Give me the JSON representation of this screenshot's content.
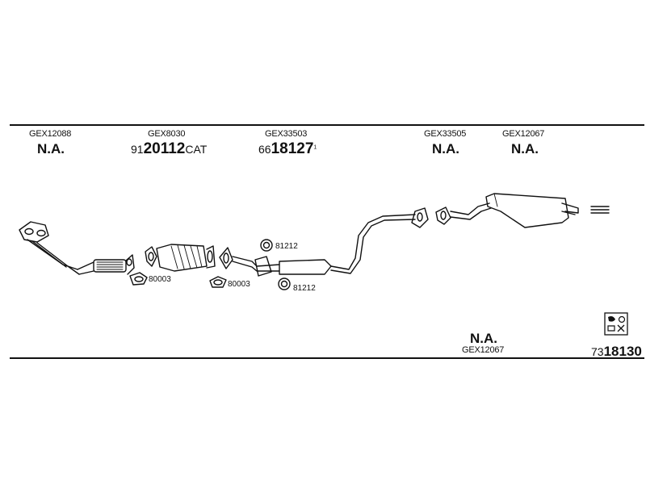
{
  "header_items": [
    {
      "code": "GEX12088",
      "label": "N.A."
    },
    {
      "code": "GEX8030",
      "part_prefix": "91",
      "part_bold": "20112",
      "part_suffix": "CAT"
    },
    {
      "code": "GEX33503",
      "part_prefix": "66",
      "part_bold": "18127",
      "part_sup": "1"
    },
    {
      "code": "GEX33505",
      "label": "N.A."
    },
    {
      "code": "GEX12067",
      "label": "N.A."
    }
  ],
  "callouts": {
    "gasket_left": "80003",
    "gasket_mid": "80003",
    "ring_top": "81212",
    "ring_bottom": "81212"
  },
  "footer": {
    "na_label": "N.A.",
    "na_code": "GEX12067",
    "set_prefix": "73",
    "set_bold": "18130"
  },
  "colors": {
    "ink": "#111111",
    "background": "#ffffff"
  },
  "icons": [
    "mounting-kit-icon"
  ]
}
